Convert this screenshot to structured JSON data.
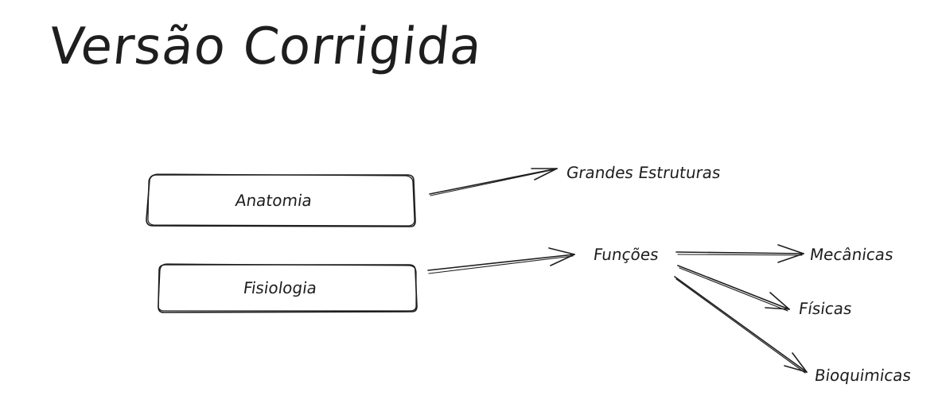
{
  "title": "Versão Corrigida",
  "nodes": {
    "anatomia": "Anatomia",
    "fisiologia": "Fisiologia"
  },
  "labels": {
    "grandes_estruturas": "Grandes Estruturas",
    "funcoes": "Funções",
    "mecanicas": "Mecânicas",
    "fisicas": "Físicas",
    "bioquimicas": "Bioquimicas"
  },
  "colors": {
    "stroke": "#1e1e1e",
    "background": "#ffffff"
  }
}
